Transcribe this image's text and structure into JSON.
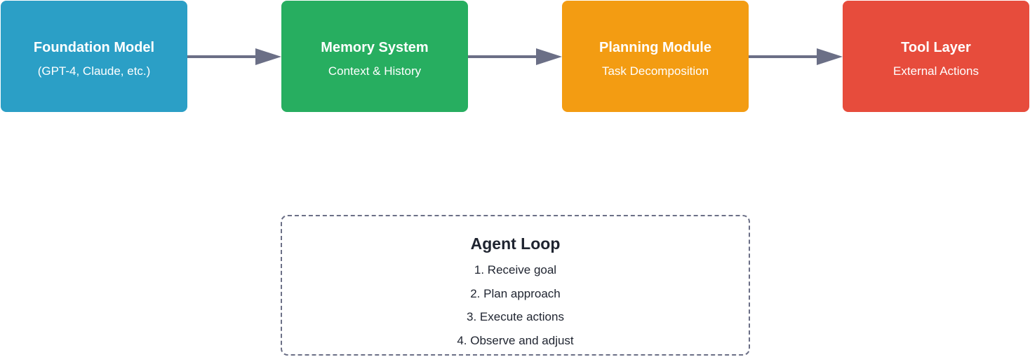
{
  "colors": {
    "foundation": "#2b9fc6",
    "memory": "#27ae60",
    "planning": "#f39c12",
    "tool": "#e74c3c",
    "arrow": "#6b6f86",
    "loop_border": "#6b6f86"
  },
  "boxes": [
    {
      "title": "Foundation Model",
      "subtitle": "(GPT-4, Claude, etc.)"
    },
    {
      "title": "Memory System",
      "subtitle": "Context & History"
    },
    {
      "title": "Planning Module",
      "subtitle": "Task Decomposition"
    },
    {
      "title": "Tool Layer",
      "subtitle": "External Actions"
    }
  ],
  "agent_loop": {
    "title": "Agent Loop",
    "steps": [
      "1. Receive goal",
      "2. Plan approach",
      "3. Execute actions",
      "4. Observe and adjust"
    ]
  }
}
